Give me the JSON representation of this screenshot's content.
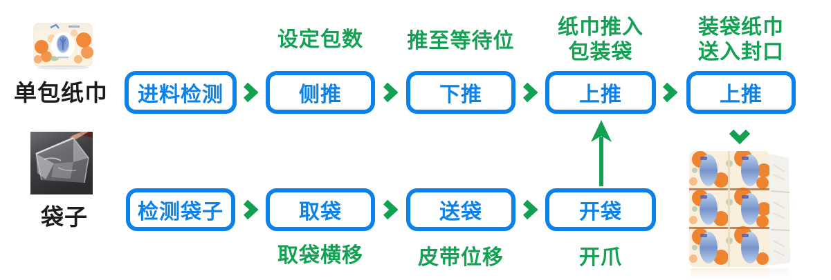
{
  "diagram": {
    "colors": {
      "box_blue": "#0c82e9",
      "accent_green": "#12a152",
      "label_black": "#1c1c1c"
    },
    "inputs": {
      "tissue_label": "单包纸巾",
      "bag_label": "袋子"
    },
    "top_flow": {
      "steps": [
        {
          "label": "进料检测"
        },
        {
          "label": "侧推"
        },
        {
          "label": "下推"
        },
        {
          "label": "上推"
        },
        {
          "label": "上推"
        }
      ],
      "notes": {
        "set_count": "设定包数",
        "push_to_wait": "推至等待位",
        "push_into_bag_line1": "纸巾推入",
        "push_into_bag_line2": "包装袋",
        "send_to_seal_line1": "装袋纸巾",
        "send_to_seal_line2": "送入封口"
      }
    },
    "bottom_flow": {
      "steps": [
        {
          "label": "检测袋子"
        },
        {
          "label": "取袋"
        },
        {
          "label": "送袋"
        },
        {
          "label": "开袋"
        }
      ],
      "notes": {
        "bag_traverse": "取袋横移",
        "belt_shift": "皮带位移",
        "open_claw": "开爪"
      }
    },
    "icons": {
      "flow_arrow_right": "chevron-right",
      "flow_arrow_up": "arrow-up",
      "flow_arrow_down": "chevron-down",
      "tissue_pack_photo": "single tissue pack product photo",
      "plastic_bag_photo": "open plastic bag product photo",
      "tissue_bundle_photo": "bagged tissue packs bundle photo"
    }
  }
}
